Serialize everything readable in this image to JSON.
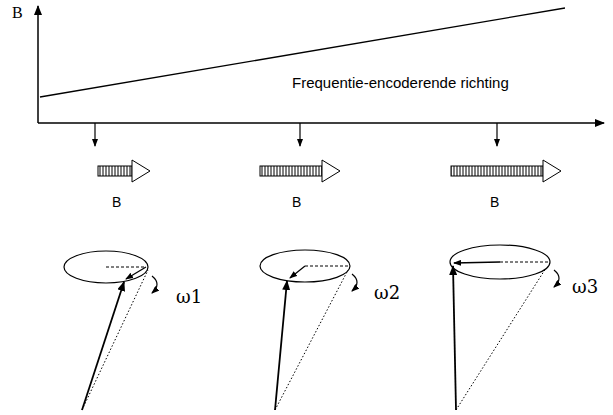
{
  "diagram": {
    "labels": [
      "B",
      "Frequentie-encoderende richting",
      "B",
      "B",
      "B",
      "ω1",
      "ω2",
      "ω3"
    ]
  }
}
